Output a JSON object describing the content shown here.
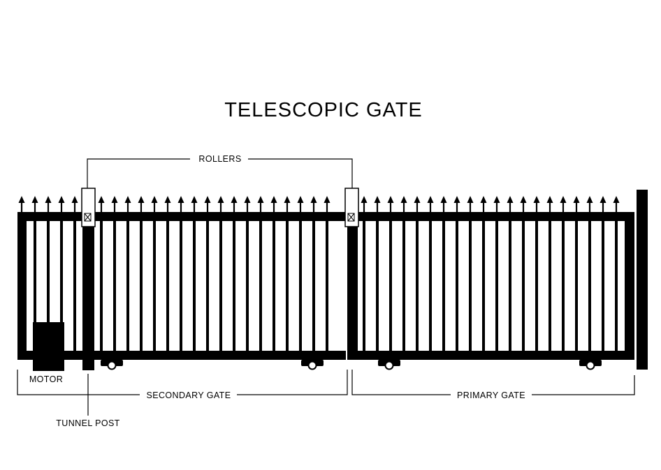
{
  "diagram": {
    "title": "TELESCOPIC GATE",
    "labels": {
      "rollers": "ROLLERS",
      "motor": "MOTOR",
      "secondary_gate": "SECONDARY GATE",
      "primary_gate": "PRIMARY GATE",
      "tunnel_post": "TUNNEL POST"
    },
    "colors": {
      "ink": "#000000",
      "background": "#ffffff"
    }
  }
}
